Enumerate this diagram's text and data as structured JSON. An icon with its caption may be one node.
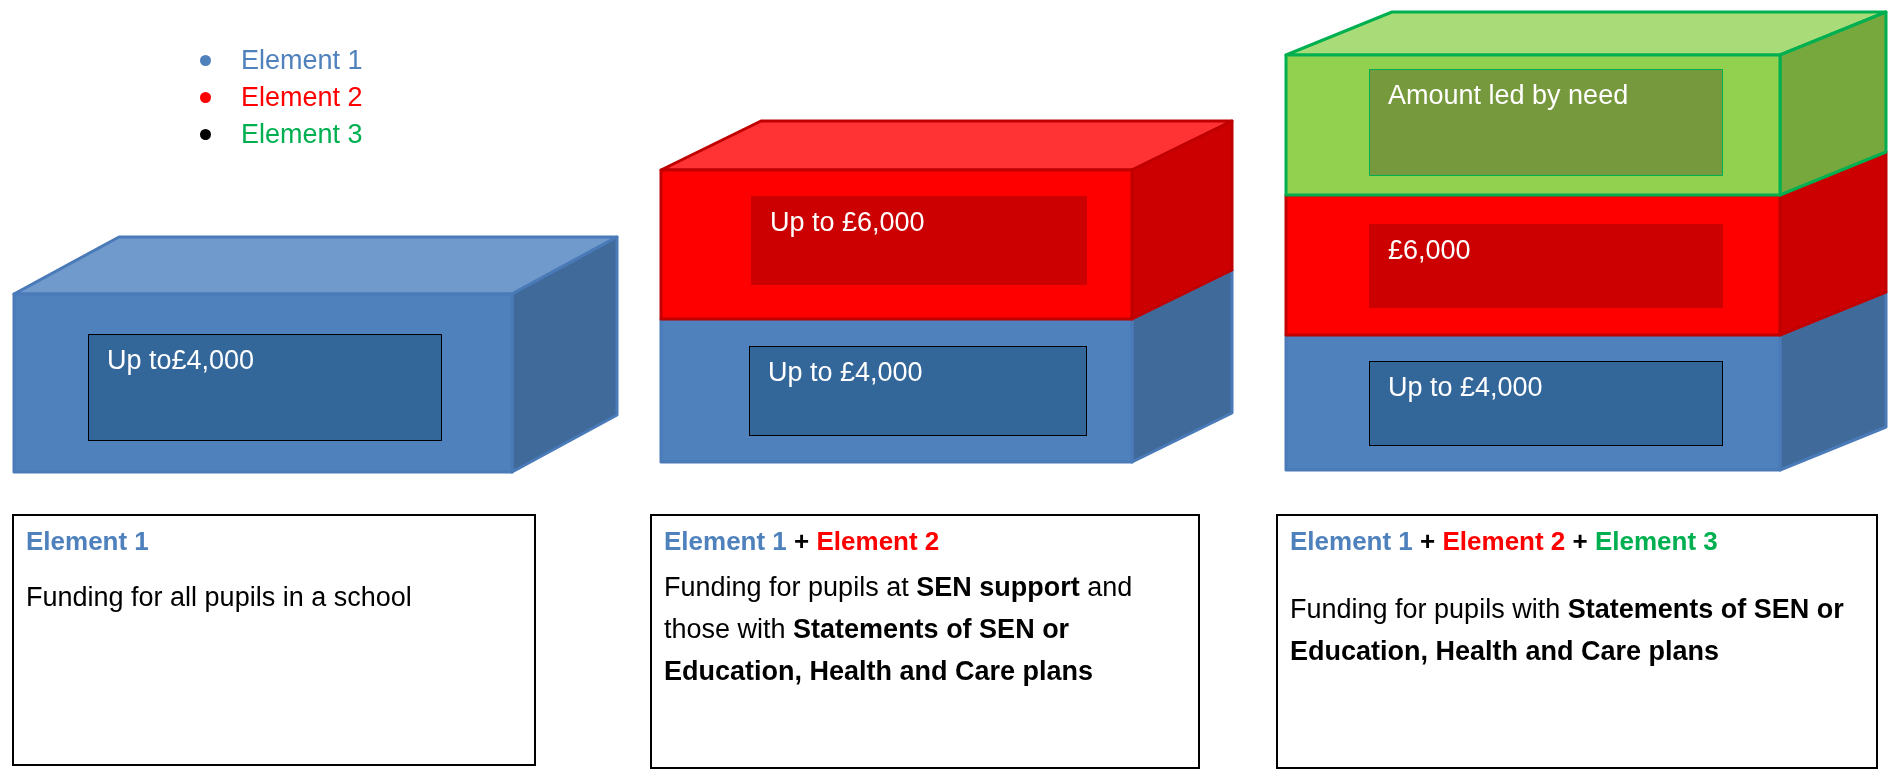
{
  "diagram": {
    "nodes": [
      {
        "text": [
          "Up to£4,000"
        ]
      },
      {
        "text": [
          "Up to £6,000"
        ]
      },
      {
        "text": [
          "Up to £4,000"
        ]
      },
      {
        "text": [
          "Amount led by need"
        ]
      },
      {
        "text": [
          "£6,000"
        ]
      },
      {
        "text": [
          "Up to £4,000"
        ]
      },
      {
        "text": [
          "Element 1",
          "Funding for all pupils in a school"
        ]
      },
      {
        "text": [
          "Element 1",
          "+",
          "Element 2",
          "Funding for pupils at **SEN support** and those with **Statements of SEN or Education, Health and Care plans**"
        ]
      },
      {
        "text": [
          "Element 1",
          "+",
          "Element 2",
          "+",
          "Element 3",
          "Funding for pupils with **Statements of SEN or Education, Health and Care plans**"
        ]
      }
    ],
    "legend": [
      {
        "text": "Element 1",
        "color": "#4f81bd"
      },
      {
        "text": "Element 2",
        "color": "#ff0000"
      },
      {
        "text": "Element 3",
        "color": "#000000"
      }
    ]
  }
}
